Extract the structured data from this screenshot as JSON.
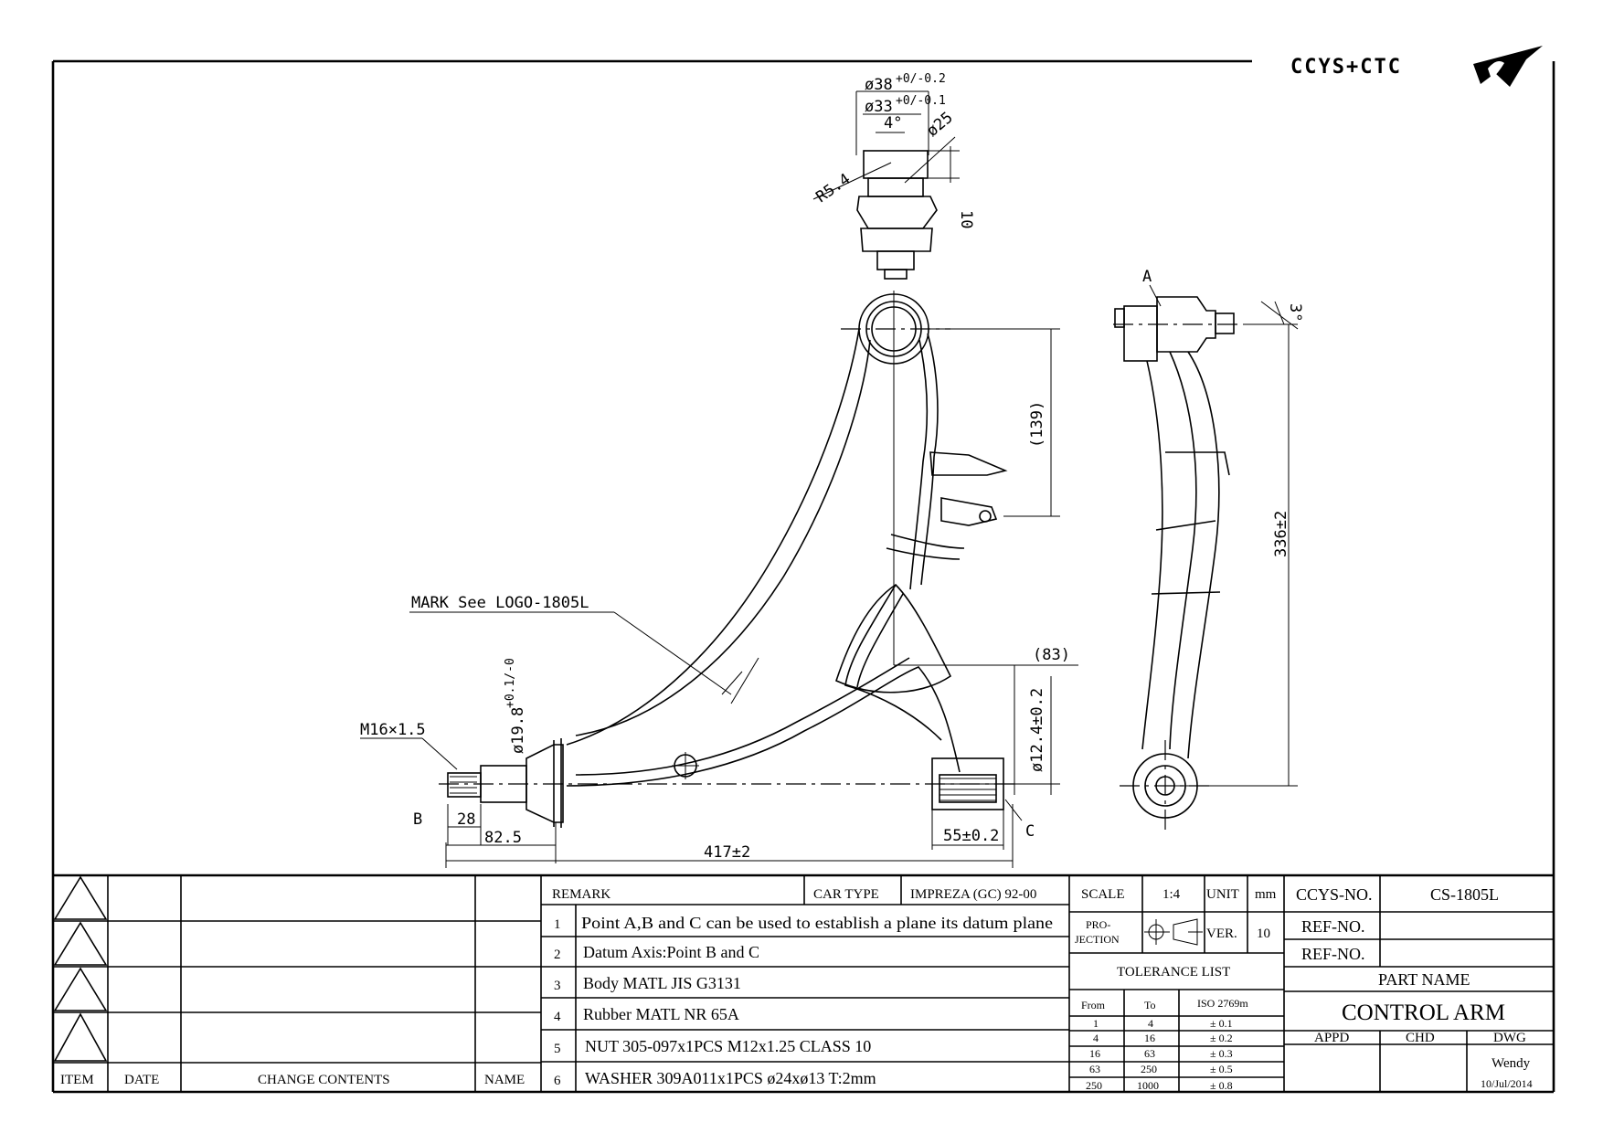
{
  "logo": {
    "text": "CCYS+CTC"
  },
  "drawing": {
    "dims": {
      "d38": "ø38",
      "d38_tol": "+0/-0.2",
      "d33": "ø33",
      "d33_tol": "+0/-0.1",
      "angle4": "4°",
      "d25": "ø25",
      "r54": "R5.4",
      "d10": "10",
      "d139": "(139)",
      "d336": "336±2",
      "angle3": "3°",
      "d83": "(83)",
      "d124": "ø12.4±0.2",
      "d198": "ø19.8",
      "d198_tol": "+0.1/-0",
      "m16": "M16×1.5",
      "d28": "28",
      "d825": "82.5",
      "d417": "417±2",
      "d55": "55±0.2"
    },
    "points": {
      "a": "A",
      "b": "B",
      "c": "C"
    },
    "mark_note": "MARK See LOGO-1805L"
  },
  "revision": {
    "headers": {
      "item": "ITEM",
      "date": "DATE",
      "change": "CHANGE CONTENTS",
      "name": "NAME"
    }
  },
  "remarks": {
    "header": "REMARK",
    "car_type_label": "CAR TYPE",
    "car_type": "IMPREZA (GC) 92-00",
    "items": [
      {
        "no": "1",
        "text": "Point A,B and C can be used to establish a plane its datum plane"
      },
      {
        "no": "2",
        "text": "Datum Axis:Point B and C"
      },
      {
        "no": "3",
        "text": "Body MATL JIS G3131"
      },
      {
        "no": "4",
        "text": "Rubber MATL NR 65A"
      },
      {
        "no": "5",
        "text": "NUT 305-097x1PCS M12x1.25 CLASS 10"
      },
      {
        "no": "6",
        "text": "WASHER 309A011x1PCS ø24xø13 T:2mm"
      }
    ]
  },
  "specs": {
    "scale_label": "SCALE",
    "scale": "1:4",
    "unit_label": "UNIT",
    "unit": "mm",
    "projection_label_1": "PRO-",
    "projection_label_2": "JECTION",
    "ver_label": "VER.",
    "ver": "10",
    "tolerance_title": "TOLERANCE LIST",
    "tol_headers": {
      "from": "From",
      "to": "To",
      "iso": "ISO 2769m"
    },
    "tolerances": [
      {
        "from": "1",
        "to": "4",
        "tol": "± 0.1"
      },
      {
        "from": "4",
        "to": "16",
        "tol": "± 0.2"
      },
      {
        "from": "16",
        "to": "63",
        "tol": "± 0.3"
      },
      {
        "from": "63",
        "to": "250",
        "tol": "± 0.5"
      },
      {
        "from": "250",
        "to": "1000",
        "tol": "± 0.8"
      }
    ]
  },
  "titleblock": {
    "ccys_label": "CCYS-NO.",
    "ccys_no": "CS-1805L",
    "ref1_label": "REF-NO.",
    "ref1": "",
    "ref2_label": "REF-NO.",
    "ref2": "",
    "part_name_label": "PART NAME",
    "part_name": "CONTROL ARM",
    "appd_label": "APPD",
    "chd_label": "CHD",
    "dwg_label": "DWG",
    "dwg_by": "Wendy",
    "dwg_date": "10/Jul/2014"
  }
}
